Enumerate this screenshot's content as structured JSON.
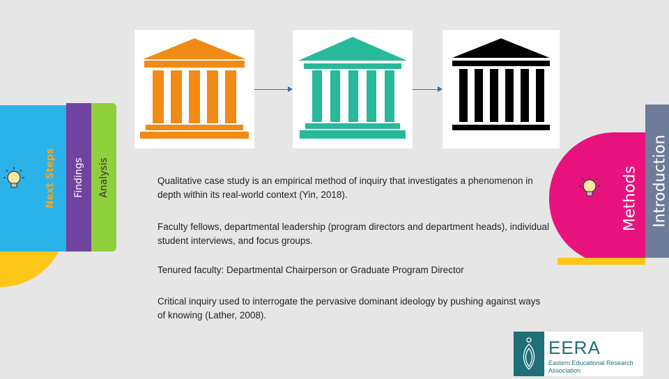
{
  "tabs_left": {
    "next_steps": "Next Steps",
    "findings": "Findings",
    "analysis": "Analysis"
  },
  "tabs_right": {
    "methods": "Methods",
    "introduction": "Introduction"
  },
  "images": [
    {
      "name": "building-icon",
      "color": "#f28a16"
    },
    {
      "name": "building-icon",
      "color": "#27b99a"
    },
    {
      "name": "building-icon",
      "color": "#000000"
    }
  ],
  "paragraphs": [
    "Qualitative case study is an empirical method of inquiry that investigates a phenomenon in depth within its real-world context (Yin, 2018).",
    "Faculty fellows, departmental leadership (program directors and department heads), individual student interviews, and focus groups.",
    "Tenured faculty: Departmental Chairperson or Graduate Program Director",
    "Critical inquiry used to interrogate the pervasive dominant ideology by pushing against ways of knowing (Lather, 2008)."
  ],
  "logo": {
    "title": "EERA",
    "subtitle": "Eastern Educational Research Association"
  },
  "colors": {
    "analysis": "#8fcf3c",
    "findings": "#7043a0",
    "next_steps": "#2ab3e8",
    "methods": "#e8137e",
    "introduction": "#6e7b99",
    "accent_yellow": "#ffc61a"
  }
}
